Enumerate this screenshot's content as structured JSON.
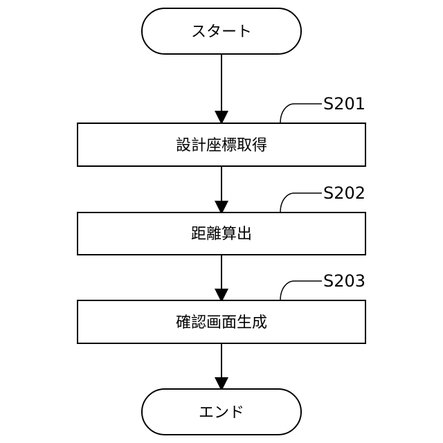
{
  "flowchart": {
    "start": {
      "label": "スタート"
    },
    "steps": [
      {
        "id": "S201",
        "label": "設計座標取得"
      },
      {
        "id": "S202",
        "label": "距離算出"
      },
      {
        "id": "S203",
        "label": "確認画面生成"
      }
    ],
    "end": {
      "label": "エンド"
    }
  },
  "colors": {
    "stroke": "#000000",
    "fill": "#ffffff",
    "text": "#000000"
  }
}
